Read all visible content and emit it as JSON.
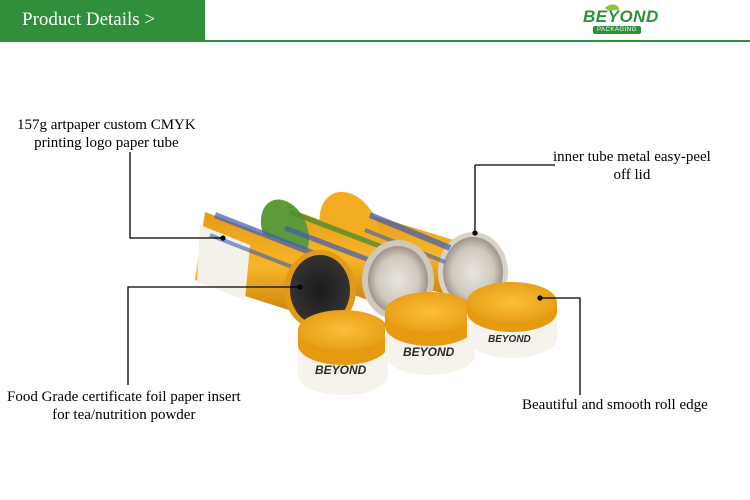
{
  "header": {
    "title": "Product Details >"
  },
  "logo": {
    "brand": "BEYOND",
    "sub": "PACKAGING"
  },
  "callouts": {
    "top_left_line1": "157g artpaper custom CMYK",
    "top_left_line2": "printing logo paper tube",
    "top_right_line1": "inner tube metal easy-peel",
    "top_right_line2": "off lid",
    "bottom_left_line1": "Food Grade certificate foil paper insert",
    "bottom_left_line2": "for tea/nutrition powder",
    "bottom_right": "Beautiful and smooth roll edge"
  },
  "lid_brand": "BEYOND",
  "colors": {
    "accent": "#2f8f3a",
    "tube_orange": "#f0a21a",
    "tube_dark": "#c98312"
  }
}
